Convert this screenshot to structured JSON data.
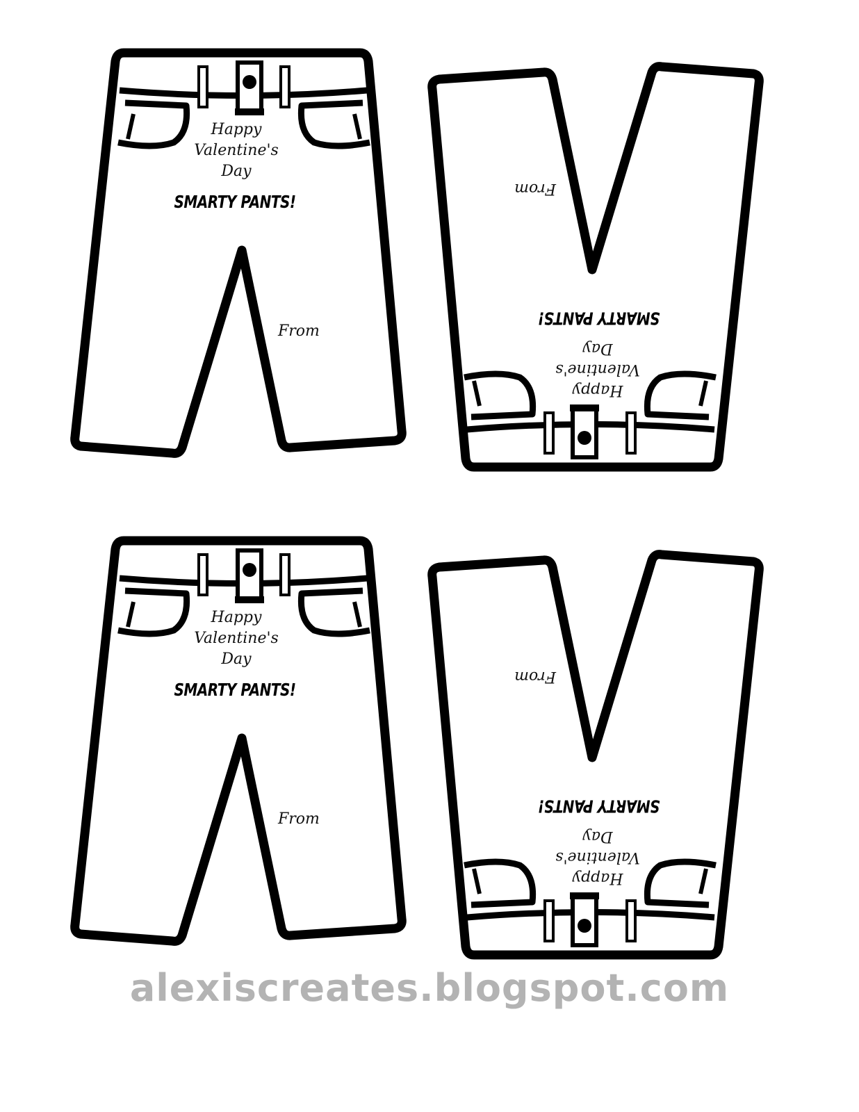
{
  "cards": [
    {
      "greeting_line1": "Happy",
      "greeting_line2": "Valentine's",
      "greeting_line3": "Day",
      "headline": "SMARTY PANTS!",
      "from_label": "From"
    },
    {
      "greeting_line1": "Happy",
      "greeting_line2": "Valentine's",
      "greeting_line3": "Day",
      "headline": "SMARTY PANTS!",
      "from_label": "From"
    },
    {
      "greeting_line1": "Happy",
      "greeting_line2": "Valentine's",
      "greeting_line3": "Day",
      "headline": "SMARTY PANTS!",
      "from_label": "From"
    },
    {
      "greeting_line1": "Happy",
      "greeting_line2": "Valentine's",
      "greeting_line3": "Day",
      "headline": "SMARTY PANTS!",
      "from_label": "From"
    }
  ],
  "footer": {
    "website": "alexiscreates.blogspot.com"
  },
  "colors": {
    "outline": "#000000",
    "background": "#ffffff",
    "footer_text": "#b3b3b3"
  }
}
